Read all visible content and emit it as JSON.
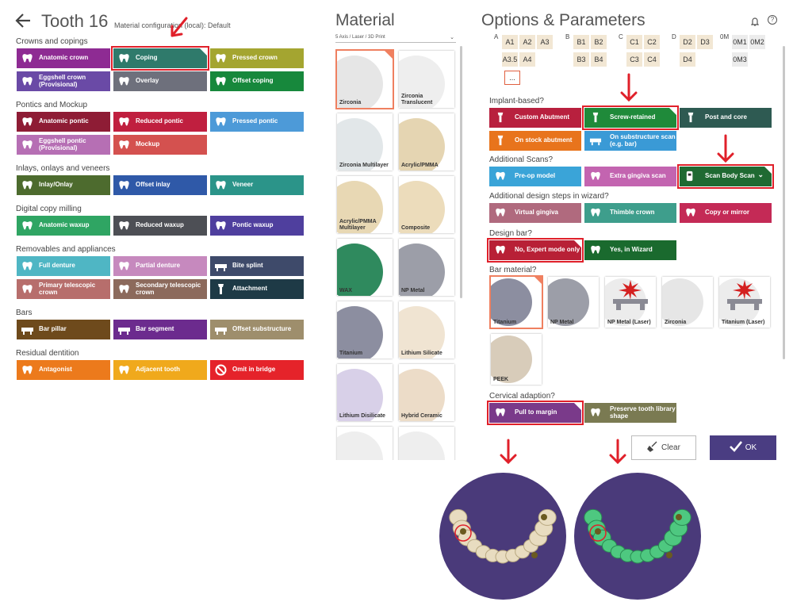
{
  "header": {
    "title": "Tooth 16",
    "material_config": "Material configuration (local): Default"
  },
  "colors": {
    "selection_outline": "#e0202a",
    "ok_button": "#4a3d82",
    "preview_bg": "#4a3a7a"
  },
  "sections": [
    {
      "title": "Crowns and copings",
      "buttons": [
        {
          "label": "Anatomic crown",
          "color": "#8e2b93",
          "icon": "crown-icon"
        },
        {
          "label": "Coping",
          "color": "#2f7a6b",
          "icon": "coping-icon",
          "selected": true
        },
        {
          "label": "Pressed crown",
          "color": "#a4a530",
          "icon": "pressed-crown-icon"
        },
        {
          "label": "Eggshell crown (Provisional)",
          "color": "#6a4aa6",
          "icon": "eggshell-crown-icon"
        },
        {
          "label": "Overlay",
          "color": "#6e707c",
          "icon": "overlay-icon"
        },
        {
          "label": "Offset coping",
          "color": "#17883c",
          "icon": "offset-coping-icon"
        }
      ]
    },
    {
      "title": "Pontics and Mockup",
      "buttons": [
        {
          "label": "Anatomic pontic",
          "color": "#8e1c35",
          "icon": "pontic-icon"
        },
        {
          "label": "Reduced pontic",
          "color": "#c01f3f",
          "icon": "reduced-pontic-icon"
        },
        {
          "label": "Pressed pontic",
          "color": "#4d9ad8",
          "icon": "pressed-pontic-icon"
        },
        {
          "label": "Eggshell pontic (Provisional)",
          "color": "#b66fb4",
          "icon": "eggshell-pontic-icon"
        },
        {
          "label": "Mockup",
          "color": "#d4514f",
          "icon": "mockup-icon"
        }
      ]
    },
    {
      "title": "Inlays, onlays and veneers",
      "buttons": [
        {
          "label": "Inlay/Onlay",
          "color": "#4d6b2e",
          "icon": "inlay-icon"
        },
        {
          "label": "Offset inlay",
          "color": "#2f59a8",
          "icon": "offset-inlay-icon"
        },
        {
          "label": "Veneer",
          "color": "#2b9489",
          "icon": "veneer-icon"
        }
      ]
    },
    {
      "title": "Digital copy milling",
      "buttons": [
        {
          "label": "Anatomic waxup",
          "color": "#2fa563",
          "icon": "waxup-icon"
        },
        {
          "label": "Reduced waxup",
          "color": "#4d4f55",
          "icon": "reduced-waxup-icon"
        },
        {
          "label": "Pontic waxup",
          "color": "#4f3f9e",
          "icon": "pontic-waxup-icon"
        }
      ]
    },
    {
      "title": "Removables and appliances",
      "buttons": [
        {
          "label": "Full denture",
          "color": "#4fb6c4",
          "icon": "full-denture-icon"
        },
        {
          "label": "Partial denture",
          "color": "#c689be",
          "icon": "partial-denture-icon"
        },
        {
          "label": "Bite splint",
          "color": "#3e4a6a",
          "icon": "bite-splint-icon"
        },
        {
          "label": "Primary telescopic crown",
          "color": "#b76e6c",
          "icon": "telescopic-crown-icon"
        },
        {
          "label": "Secondary telescopic crown",
          "color": "#8c6a5c",
          "icon": "secondary-telescopic-icon"
        },
        {
          "label": "Attachment",
          "color": "#1e3a46",
          "icon": "attachment-icon"
        }
      ]
    },
    {
      "title": "Bars",
      "buttons": [
        {
          "label": "Bar pillar",
          "color": "#6e4a1c",
          "icon": "bar-pillar-icon"
        },
        {
          "label": "Bar segment",
          "color": "#6c2b8e",
          "icon": "bar-segment-icon"
        },
        {
          "label": "Offset substructure",
          "color": "#9e8e6c",
          "icon": "offset-substructure-icon"
        }
      ]
    },
    {
      "title": "Residual dentition",
      "buttons": [
        {
          "label": "Antagonist",
          "color": "#ec7a1c",
          "icon": "antagonist-icon"
        },
        {
          "label": "Adjacent tooth",
          "color": "#f0a91c",
          "icon": "adjacent-tooth-icon"
        },
        {
          "label": "Omit in bridge",
          "color": "#e5232a",
          "icon": "omit-icon"
        }
      ]
    }
  ],
  "material": {
    "title": "Material",
    "machine": "5 Axis / Laser / 3D Print",
    "items": [
      {
        "label": "Zirconia",
        "disc": "#e6e6e6",
        "selected": true
      },
      {
        "label": "Zirconia Translucent",
        "disc": "#eeeeee"
      },
      {
        "label": "Zirconia Multilayer",
        "disc": "#e2e7e9"
      },
      {
        "label": "Acrylic/PMMA",
        "disc": "#e5d5b2"
      },
      {
        "label": "Acrylic/PMMA Multilayer",
        "disc": "#e8d8b4"
      },
      {
        "label": "Composite",
        "disc": "#ecdcbb"
      },
      {
        "label": "WAX",
        "disc": "#2f8a5e"
      },
      {
        "label": "NP Metal",
        "disc": "#9c9ea8"
      },
      {
        "label": "Titanium",
        "disc": "#8c8ea0"
      },
      {
        "label": "Lithium Silicate",
        "disc": "#f0e4d2"
      },
      {
        "label": "Lithium Disilicate",
        "disc": "#d8d0e8"
      },
      {
        "label": "Hybrid Ceramic",
        "disc": "#ecdcc8"
      },
      {
        "label": "",
        "disc": "#eeeeee"
      },
      {
        "label": "",
        "disc": "#eeeeee"
      }
    ]
  },
  "options": {
    "title": "Options & Parameters",
    "shades": {
      "A": [
        "A1",
        "A2",
        "A3",
        "A3.5",
        "A4"
      ],
      "B": [
        "B1",
        "B2",
        "B3",
        "B4"
      ],
      "C": [
        "C1",
        "C2",
        "C3",
        "C4"
      ],
      "D": [
        "D2",
        "D3",
        "D4"
      ],
      "0M": [
        "0M1",
        "0M2",
        "0M3"
      ],
      "more": "..."
    },
    "implant_title": "Implant-based?",
    "implant": [
      {
        "label": "Custom Abutment",
        "color": "#b8203e",
        "icon": "abutment-icon"
      },
      {
        "label": "Screw-retained",
        "color": "#1f8a3a",
        "icon": "screw-retained-icon",
        "selected": true
      },
      {
        "label": "Post and core",
        "color": "#2e5a52",
        "icon": "post-core-icon"
      },
      {
        "label": "On stock abutment",
        "color": "#e8741c",
        "icon": "stock-abutment-icon"
      },
      {
        "label": "On substructure scan (e.g. bar)",
        "color": "#3a9ad6",
        "icon": "substructure-icon"
      }
    ],
    "scans_title": "Additional Scans?",
    "scans": [
      {
        "label": "Pre-op model",
        "color": "#3aa4d8",
        "icon": "preop-icon"
      },
      {
        "label": "Extra gingiva scan",
        "color": "#c364b0",
        "icon": "gingiva-scan-icon"
      },
      {
        "label": "Scan Body Scan",
        "color": "#1f6a32",
        "icon": "scan-body-icon",
        "selected": true,
        "dropdown": "⌄"
      }
    ],
    "steps_title": "Additional design steps in wizard?",
    "steps": [
      {
        "label": "Virtual gingiva",
        "color": "#b06a7e",
        "icon": "virtual-gingiva-icon"
      },
      {
        "label": "Thimble crown",
        "color": "#3e9e8c",
        "icon": "thimble-icon"
      },
      {
        "label": "Copy or mirror",
        "color": "#c42a56",
        "icon": "copy-mirror-icon"
      }
    ],
    "designbar_title": "Design bar?",
    "designbar": [
      {
        "label": "No, Expert mode only",
        "color": "#b82036",
        "icon": "expert-icon",
        "selected": true
      },
      {
        "label": "Yes, in Wizard",
        "color": "#1a6a2e",
        "icon": "wizard-icon"
      }
    ],
    "barmat_title": "Bar material?",
    "barmat": [
      {
        "label": "Titanium",
        "disc": "#8c8ea0",
        "selected": true
      },
      {
        "label": "NP Metal",
        "disc": "#9c9ea8"
      },
      {
        "label": "NP Metal (Laser)",
        "disc": "#ececec",
        "laser": true
      },
      {
        "label": "Zirconia",
        "disc": "#e6e6e6"
      },
      {
        "label": "Titanium (Laser)",
        "disc": "#ececec",
        "laser": true
      },
      {
        "label": "PEEK",
        "disc": "#d8ccba"
      }
    ],
    "cervical_title": "Cervical adaption?",
    "cervical": [
      {
        "label": "Pull to margin",
        "color": "#7a3a8a",
        "icon": "pull-margin-icon",
        "selected": true
      },
      {
        "label": "Preserve tooth library shape",
        "color": "#7a7a52",
        "icon": "preserve-shape-icon"
      }
    ],
    "clear_label": "Clear",
    "ok_label": "OK"
  }
}
